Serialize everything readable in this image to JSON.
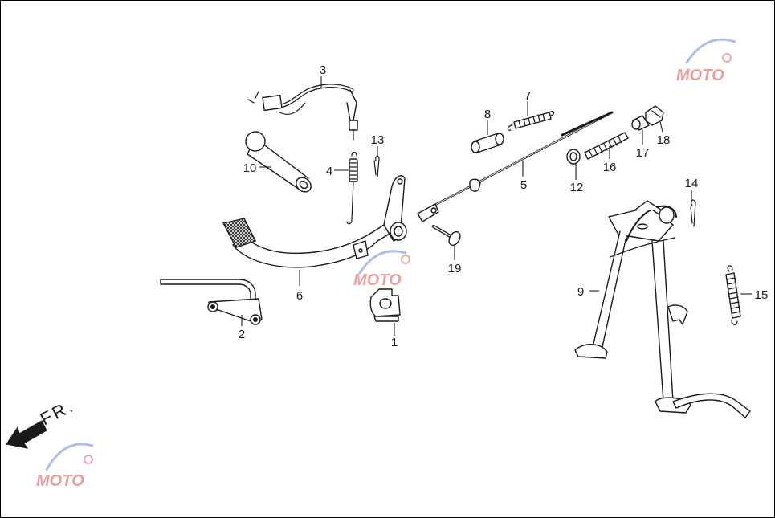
{
  "diagram": {
    "direction_label": "FR.",
    "watermark_text": "MOTO",
    "watermark_colors": {
      "letters": "#d9534f",
      "swoosh": "#4a6fd1"
    },
    "callouts": [
      "1",
      "2",
      "3",
      "4",
      "5",
      "6",
      "7",
      "8",
      "9",
      "10",
      "12",
      "13",
      "14",
      "15",
      "16",
      "17",
      "18",
      "19"
    ]
  }
}
